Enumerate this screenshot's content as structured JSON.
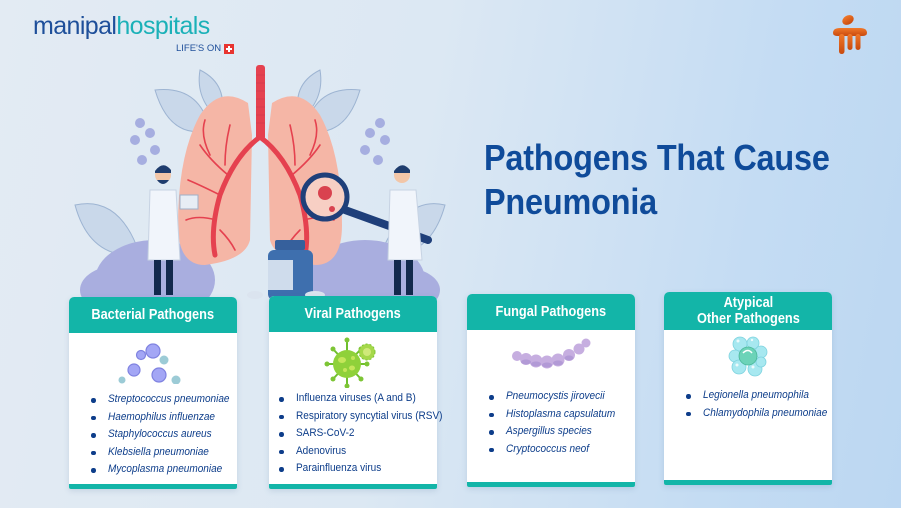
{
  "brand": {
    "name_part1": "manipal",
    "name_part2": "hospitals",
    "tagline": "LIFE'S ON",
    "colors": {
      "navy": "#1e4f9a",
      "teal": "#1bb1b8",
      "red": "#e8342f",
      "orange": "#e2621b"
    }
  },
  "title": {
    "line1": "Pathogens That Cause",
    "line2": "Pneumonia",
    "color": "#0f4b9a"
  },
  "illustration": {
    "description": "Lungs with bronchial tree, two doctors (one with clipboard, one with magnifying glass), medicine bottle, leaves and purple bushes"
  },
  "cards": [
    {
      "id": "bacterial",
      "header": "Bacterial Pathogens",
      "icon": "bacteria-cluster-icon",
      "italic": true,
      "items": [
        "Streptococcus pneumoniae",
        "Haemophilus influenzae",
        "Staphylococcus aureus",
        "Klebsiella pneumoniae",
        "Mycoplasma pneumoniae"
      ]
    },
    {
      "id": "viral",
      "header": "Viral Pathogens",
      "icon": "virus-icon",
      "italic": false,
      "items": [
        "Influenza viruses (A and B)",
        "Respiratory syncytial virus (RSV)",
        "SARS-CoV-2",
        "Adenovirus",
        "Parainfluenza virus"
      ]
    },
    {
      "id": "fungal",
      "header": "Fungal Pathogens",
      "icon": "fungal-chain-icon",
      "italic": true,
      "items": [
        "Pneumocystis jirovecii",
        "Histoplasma capsulatum",
        "Aspergillus species",
        "Cryptococcus neof"
      ]
    },
    {
      "id": "atypical",
      "header": "Atypical\nOther Pathogens",
      "icon": "cell-cluster-icon",
      "italic": true,
      "items": [
        "Legionella pneumophila",
        "Chlamydophila pneumoniae"
      ]
    }
  ],
  "theme": {
    "card_header": "#13b5a8",
    "list_text": "#0d3d8a"
  }
}
